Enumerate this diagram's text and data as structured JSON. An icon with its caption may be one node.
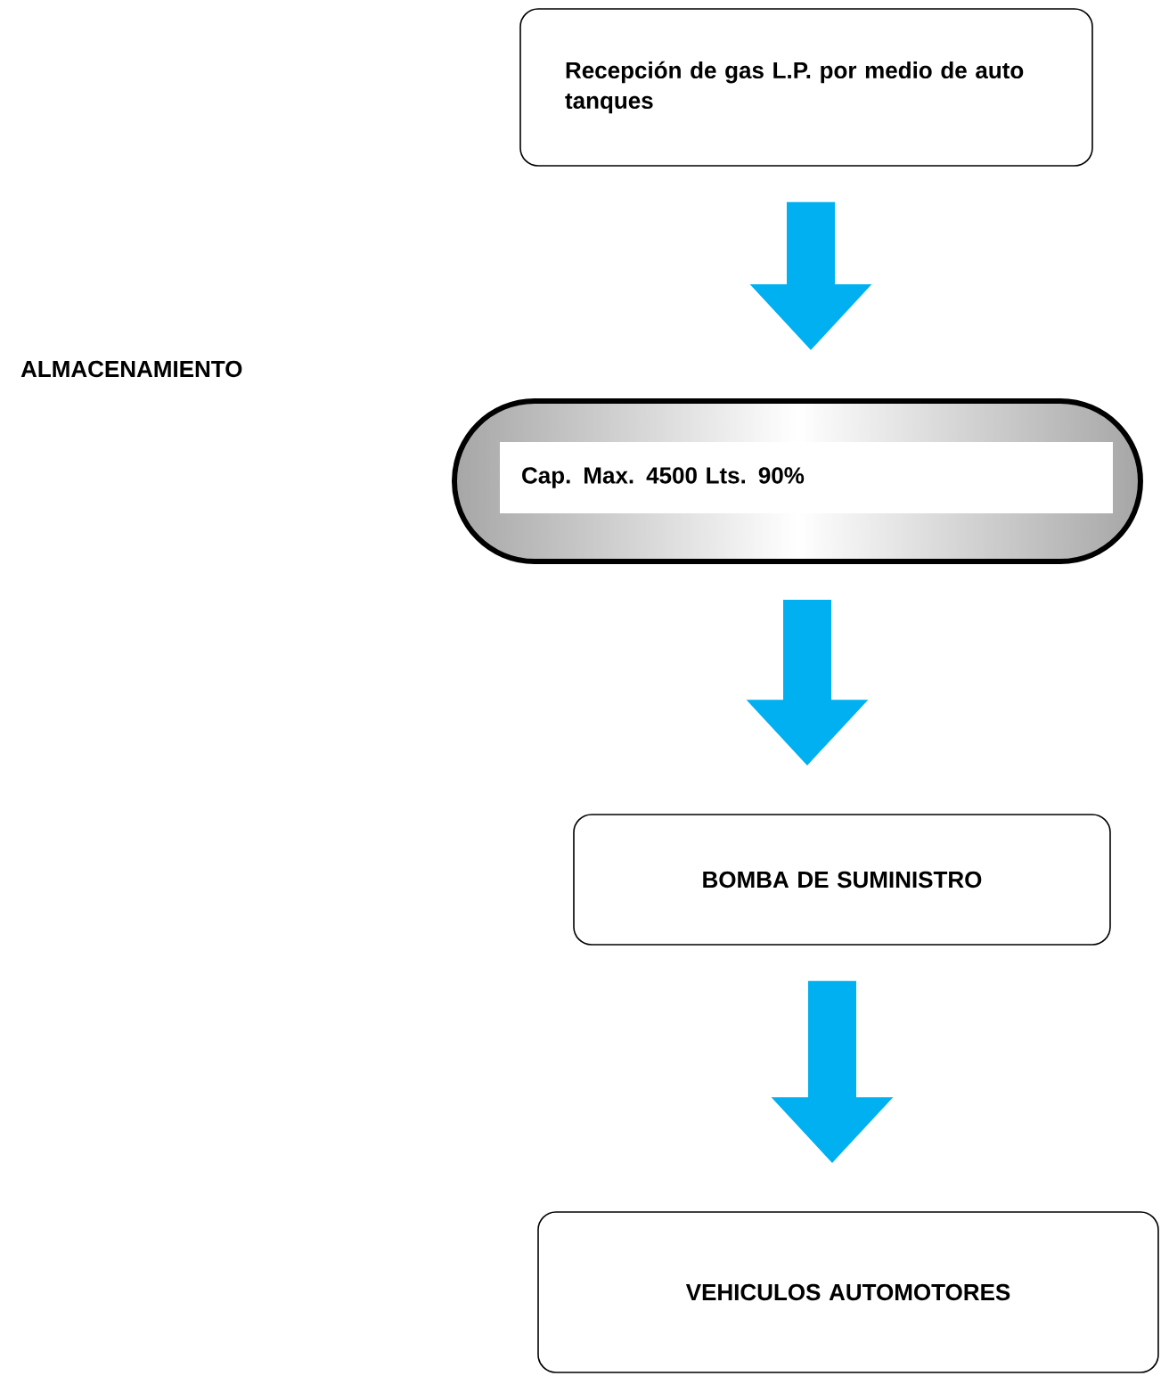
{
  "diagram": {
    "nodes": [
      {
        "text": [
          "Recepción de gas L.P. por medio de auto tanques"
        ]
      },
      {
        "text": [
          "Cap. Max. 4500 Lts. 90%"
        ]
      },
      {
        "text": [
          "BOMBA DE SUMINISTRO"
        ]
      },
      {
        "text": [
          "VEHICULOS AUTOMOTORES"
        ]
      }
    ],
    "edges": [
      {
        "from": 0,
        "to": 1,
        "arrow": "to"
      },
      {
        "from": 1,
        "to": 2,
        "arrow": "to"
      },
      {
        "from": 2,
        "to": 3,
        "arrow": "to"
      }
    ],
    "labels": [
      "ALMACENAMIENTO"
    ]
  }
}
